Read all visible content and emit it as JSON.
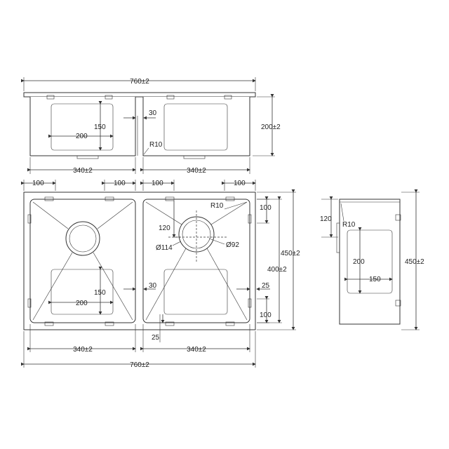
{
  "dimensions": {
    "overall_width": "760±2",
    "overall_depth": "200±2",
    "overall_length": "450±2",
    "bowl_width": "340±2",
    "bowl_depth_inner": "400±2",
    "divider_gap": "30",
    "edge_offset": "100",
    "radius_corner": "R10",
    "hole_center_offset": "120",
    "drain_large": "Ø114",
    "drain_small": "Ø92",
    "plate_height": "150",
    "plate_width": "200",
    "side_offset": "25",
    "side_plate_height": "200",
    "side_plate_width": "150",
    "side_hole_offset": "120"
  },
  "colors": {
    "line": "#333333",
    "background": "#ffffff"
  }
}
